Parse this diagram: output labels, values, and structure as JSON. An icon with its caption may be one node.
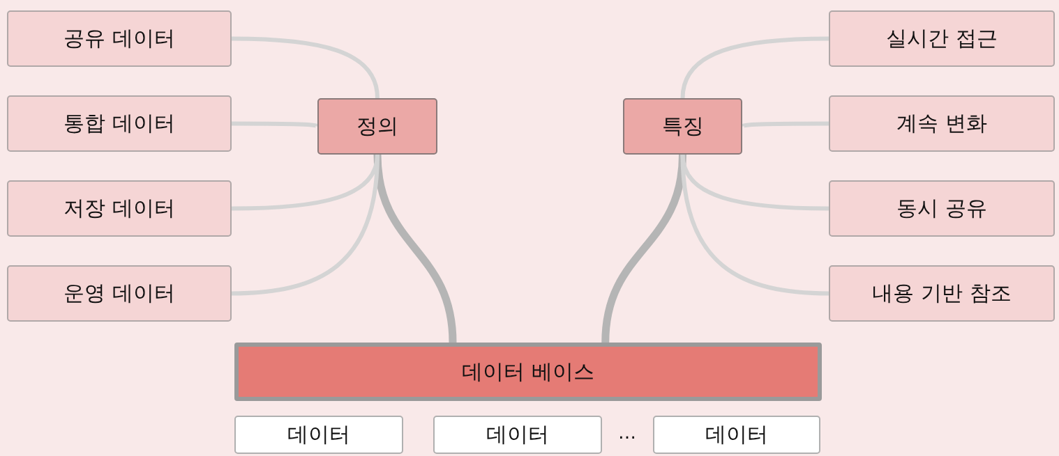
{
  "diagram": {
    "nodes": [
      {
        "text": [
          "데이터 베이스"
        ]
      },
      {
        "text": [
          "정의"
        ]
      },
      {
        "text": [
          "특징"
        ]
      },
      {
        "text": [
          "공유 데이터"
        ]
      },
      {
        "text": [
          "통합 데이터"
        ]
      },
      {
        "text": [
          "저장 데이터"
        ]
      },
      {
        "text": [
          "운영 데이터"
        ]
      },
      {
        "text": [
          "실시간 접근"
        ]
      },
      {
        "text": [
          "계속 변화"
        ]
      },
      {
        "text": [
          "동시 공유"
        ]
      },
      {
        "text": [
          "내용 기반 참조"
        ]
      },
      {
        "text": [
          "데이터"
        ]
      },
      {
        "text": [
          "데이터"
        ]
      },
      {
        "text": [
          "데이터"
        ]
      }
    ],
    "edges": [
      {
        "from": 0,
        "to": 1,
        "arrow": "none",
        "style": "thick"
      },
      {
        "from": 0,
        "to": 2,
        "arrow": "none",
        "style": "thick"
      },
      {
        "from": 1,
        "to": 3,
        "arrow": "none"
      },
      {
        "from": 1,
        "to": 4,
        "arrow": "none"
      },
      {
        "from": 1,
        "to": 5,
        "arrow": "none"
      },
      {
        "from": 1,
        "to": 6,
        "arrow": "none"
      },
      {
        "from": 2,
        "to": 7,
        "arrow": "none"
      },
      {
        "from": 2,
        "to": 8,
        "arrow": "none"
      },
      {
        "from": 2,
        "to": 9,
        "arrow": "none"
      },
      {
        "from": 2,
        "to": 10,
        "arrow": "none"
      }
    ],
    "labels": [
      "…"
    ]
  }
}
